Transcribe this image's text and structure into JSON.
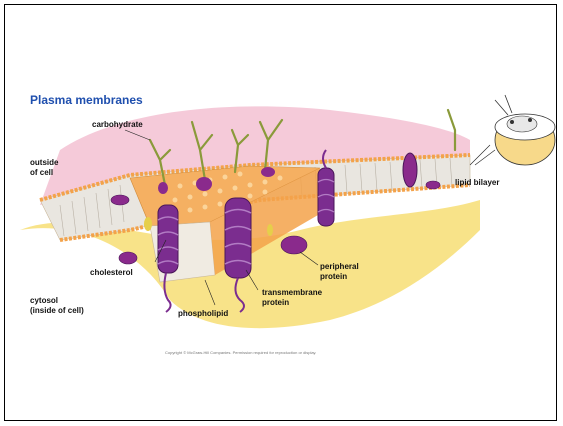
{
  "slide": {
    "title": "Plasma membranes",
    "credit": "Copyright © McGraw-Hill Companies. Permission required for reproduction or display.",
    "colors": {
      "title": "#1f4fae",
      "extracellular": "#f2b8cc",
      "cytosol": "#f7de74",
      "lipid_heads": "#f3a24a",
      "protein": "#7b2d8f",
      "carbohydrate": "#8a9a3a"
    }
  },
  "labels": {
    "carbohydrate": "carbohydrate",
    "outside_cell": "outside\nof cell",
    "lipid_bilayer": "lipid bilayer",
    "cholesterol": "cholesterol",
    "peripheral_protein": "peripheral\nprotein",
    "cytosol": "cytosol\n(inside of cell)",
    "transmembrane_protein": "transmembrane\nprotein",
    "phospholipid": "phospholipid"
  }
}
